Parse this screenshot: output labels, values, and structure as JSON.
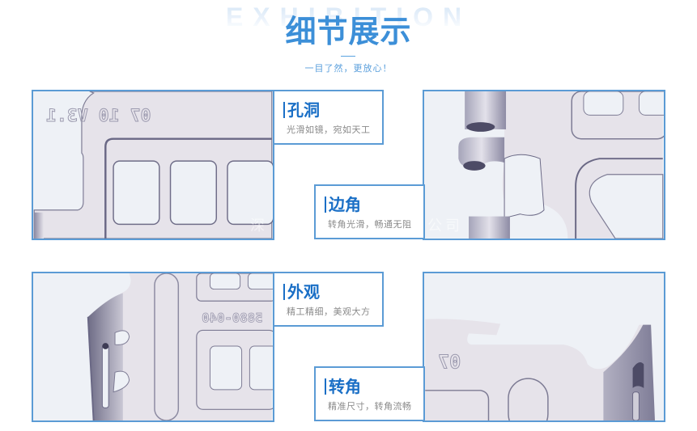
{
  "header": {
    "background_word": "EXHIBITION",
    "title": "细节展示",
    "subtitle": "一目了然，更放心！"
  },
  "panels": [
    {
      "label": "孔洞",
      "description": "光滑如镜，宛如天工",
      "engraving": "07 10 V3.1"
    },
    {
      "label": "边角",
      "description": "转角光滑，畅通无阻"
    },
    {
      "label": "外观",
      "description": "精工精细，美观大方",
      "engraving": "5880-040"
    },
    {
      "label": "转角",
      "description": "精准尺寸，转角流畅",
      "engraving": "07"
    }
  ],
  "watermark": {
    "left": "深",
    "right": "公司"
  },
  "colors": {
    "accent": "#1a6fc6",
    "title": "#3c8fd8",
    "border": "#5b9bd5",
    "photo_bg": "#eef1f6",
    "metal": "#e6e3ea",
    "caption": "#8a8a8a"
  }
}
